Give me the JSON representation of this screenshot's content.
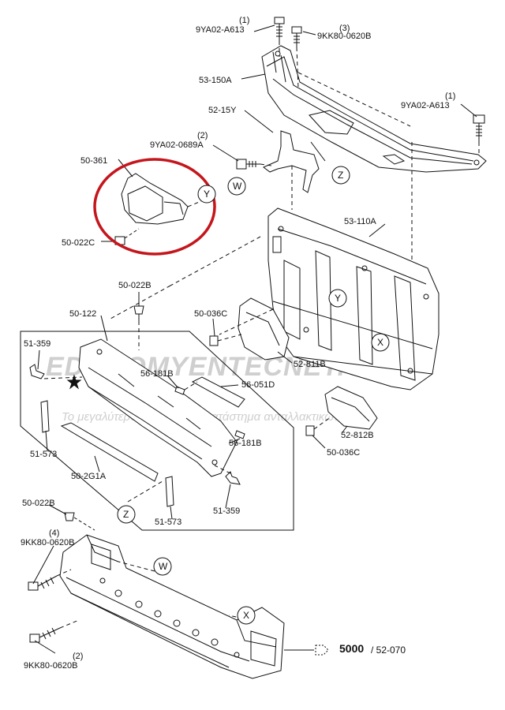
{
  "watermark": {
    "line1": "EDUCOMYENTECNET.GR",
    "line2": "Το μεγαλύτερο ηλεκτρονικό κατάστημα ανταλλακτικών"
  },
  "labels": {
    "bolt_9ya02_a613_top_qty": "(1)",
    "bolt_9ya02_a613_top": "9YA02-A613",
    "bolt_9kk80_0620b_top_qty": "(3)",
    "bolt_9kk80_0620b_top": "9KK80-0620B",
    "p53_150a": "53-150A",
    "bolt_9ya02_a613_right_qty": "(1)",
    "bolt_9ya02_a613_right": "9YA02-A613",
    "p52_15y": "52-15Y",
    "bolt_9ya02_0689a_qty": "(2)",
    "bolt_9ya02_0689a": "9YA02-0689A",
    "p50_361": "50-361",
    "p50_022c": "50-022C",
    "p53_110a": "53-110A",
    "p50_022b_a": "50-022B",
    "p50_122": "50-122",
    "p50_036c_a": "50-036C",
    "p51_359_a": "51-359",
    "p56_181b_a": "56-181B",
    "p56_051d": "56-051D",
    "p52_811b": "52-811B",
    "p51_573_a": "51-573",
    "p56_181b_b": "56-181B",
    "p52_812b": "52-812B",
    "p50_036c_b": "50-036C",
    "p50_2g1a": "50-2G1A",
    "p50_022b_b": "50-022B",
    "p51_573_b": "51-573",
    "p51_359_b": "51-359",
    "bolt_9kk80_0620b_left_qty": "(4)",
    "bolt_9kk80_0620b_left": "9KK80-0620B",
    "bolt_9kk80_0620b_bottom_qty": "(2)",
    "bolt_9kk80_0620b_bottom": "9KK80-0620B",
    "ref_5000": "5000",
    "ref_52_070": "/ 52-070"
  },
  "callouts": {
    "w": "W",
    "y": "Y",
    "z": "Z",
    "x": "X"
  },
  "colors": {
    "line": "#111111",
    "highlight": "#c4161c",
    "watermark": "#cfcfcf"
  }
}
